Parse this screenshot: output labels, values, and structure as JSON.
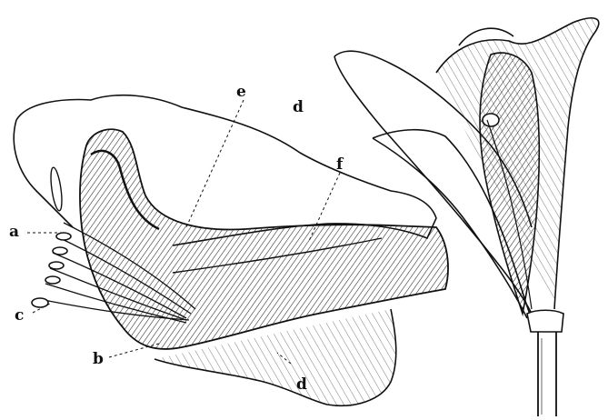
{
  "labels": {
    "a": "a",
    "b": "b",
    "c": "c",
    "d_upper": "d",
    "d_lower": "d",
    "e": "e",
    "f": "f"
  },
  "colors": {
    "ink": "#111111",
    "paper": "#ffffff"
  }
}
